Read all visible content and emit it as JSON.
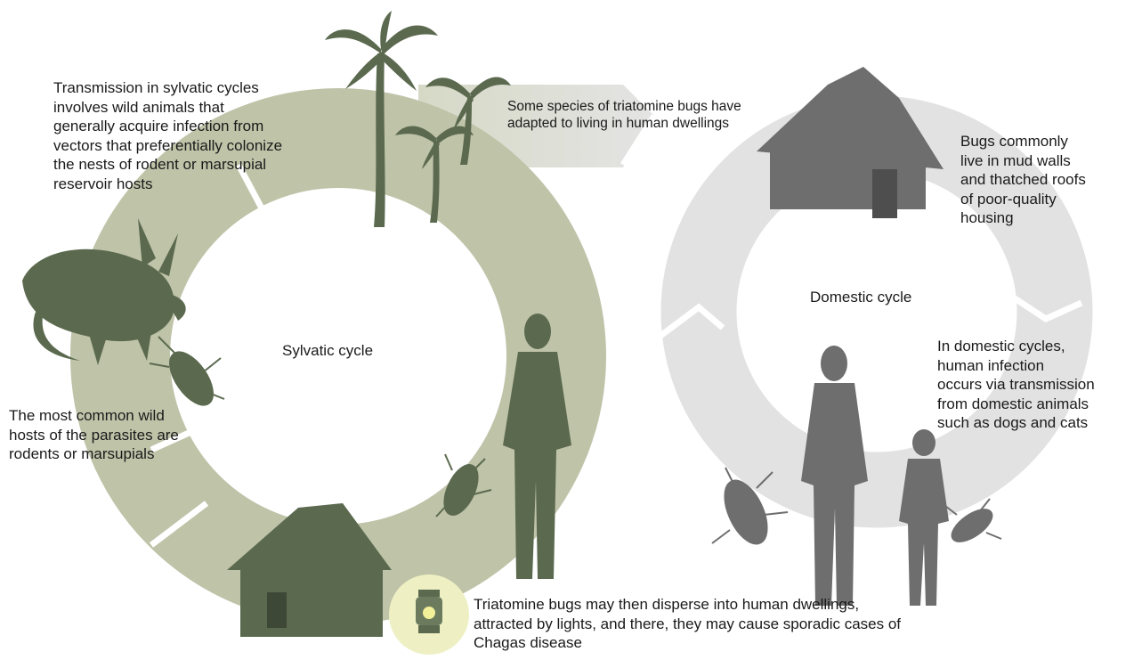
{
  "colors": {
    "sylvatic_ring": "#bfc3a8",
    "domestic_ring": "#e2e2e2",
    "sylvatic_figures": "#5b6a4f",
    "domestic_figures": "#6e6e6e",
    "lantern_glow": "#eef0c4"
  },
  "cycles": {
    "sylvatic_label": "Sylvatic cycle",
    "domestic_label": "Domestic cycle"
  },
  "annotations": {
    "sylvatic_transmission": "Transmission in sylvatic cycles\ninvolves wild animals that\ngenerally acquire infection from\nvectors that preferentially colonize\nthe nests of rodent or marsupial\nreservoir hosts",
    "adaptation": "Some species of triatomine bugs have\nadapted to living in human dwellings",
    "mud_walls": "Bugs commonly\nlive in mud walls\nand thatched roofs\nof poor-quality\nhousing",
    "wild_hosts": "The most common wild\nhosts of the parasites are\nrodents or marsupials",
    "domestic_transmission": "In domestic cycles,\nhuman infection\noccurs via transmission\nfrom domestic animals\nsuch as dogs and cats",
    "dispersal": "Triatomine bugs may then disperse into human dwellings,\nattracted by lights, and there, they may cause sporadic cases of\nChagas disease"
  },
  "icons": [
    "palm-tree-icon",
    "armadillo-icon",
    "triatomine-bug-icon",
    "human-figure-icon",
    "hut-icon",
    "lantern-icon",
    "child-figure-icon"
  ]
}
